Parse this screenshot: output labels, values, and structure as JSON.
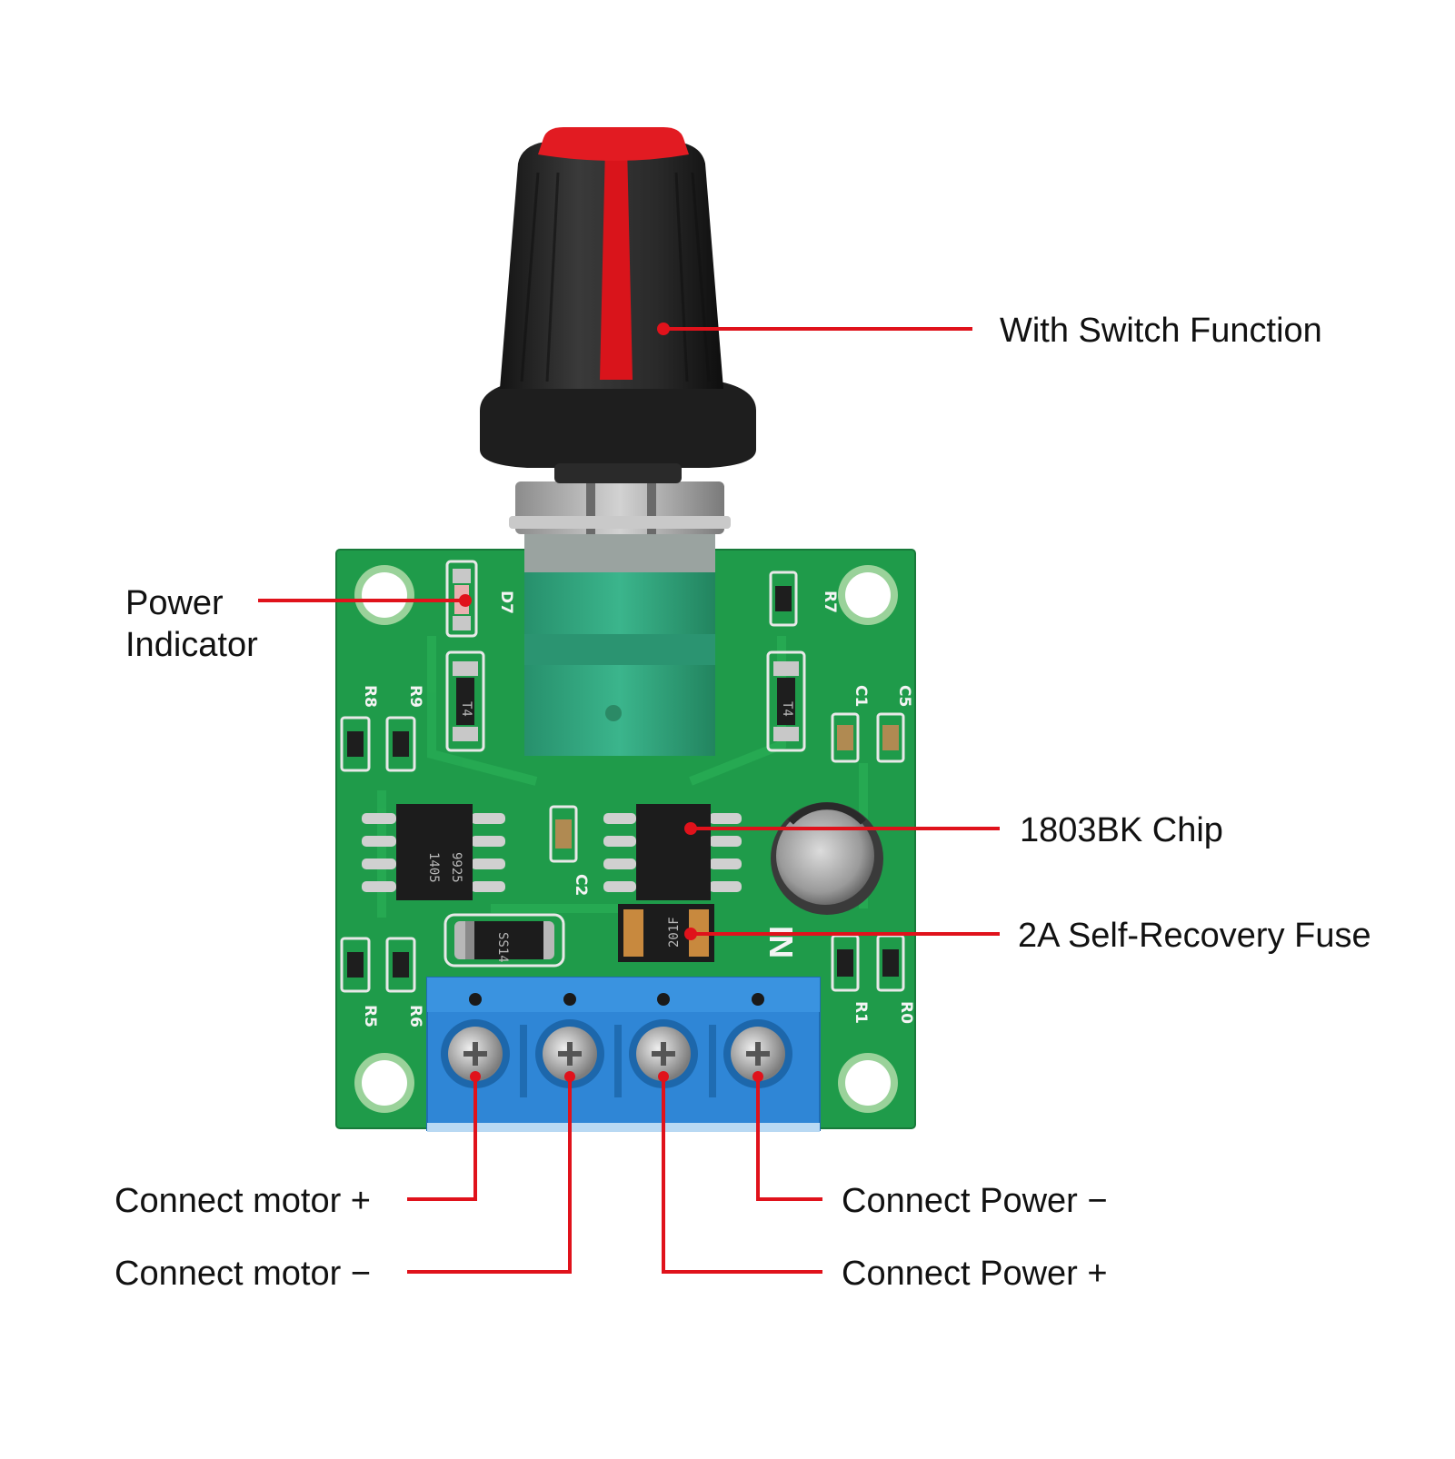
{
  "callouts": {
    "switch_function": "With Switch Function",
    "power_indicator": [
      "Power",
      "Indicator"
    ],
    "chip": "1803BK Chip",
    "fuse": "2A Self-Recovery Fuse",
    "motor_plus": "Connect motor +",
    "motor_minus": "Connect motor −",
    "power_minus": "Connect Power −",
    "power_plus": "Connect Power +"
  },
  "board": {
    "silkscreen": {
      "d7": "D7",
      "r7": "R7",
      "r8": "R8",
      "r9": "R9",
      "c1": "C1",
      "c5": "C5",
      "c2": "C2",
      "r5": "R5",
      "r6": "R6",
      "r1": "R1",
      "r0": "R0",
      "in": "IN"
    },
    "markings": {
      "ic_left_line1": "9925",
      "ic_left_line2": "1405",
      "diode": "SS14",
      "fuse": "201F",
      "transistor_left": "T4",
      "transistor_right": "T4"
    }
  },
  "colors": {
    "leader": "#e0121b",
    "pcb": "#1f9b4a",
    "terminal": "#2f86d6",
    "knob": "#2b2b2b",
    "knob_stripe": "#d9141b",
    "pot": "#2fa07a"
  }
}
